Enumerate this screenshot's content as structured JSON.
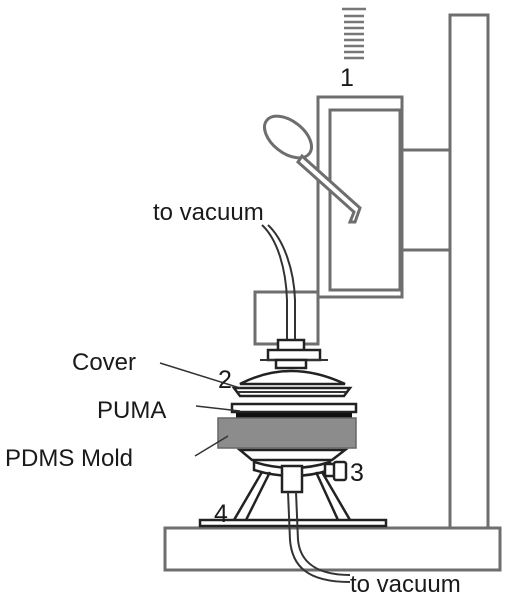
{
  "labels": {
    "part_1": "1",
    "part_2": "2",
    "part_3": "3",
    "part_4": "4",
    "vacuum_top": "to vacuum",
    "vacuum_bottom": "to vacuum",
    "cover": "Cover",
    "puma": "PUMA",
    "pdms_mold": "PDMS Mold"
  },
  "colors": {
    "frame_line": "#6e6e6e",
    "dark_line": "#222222",
    "mold_fill": "#8c8c8c",
    "puma_fill": "#111111"
  }
}
